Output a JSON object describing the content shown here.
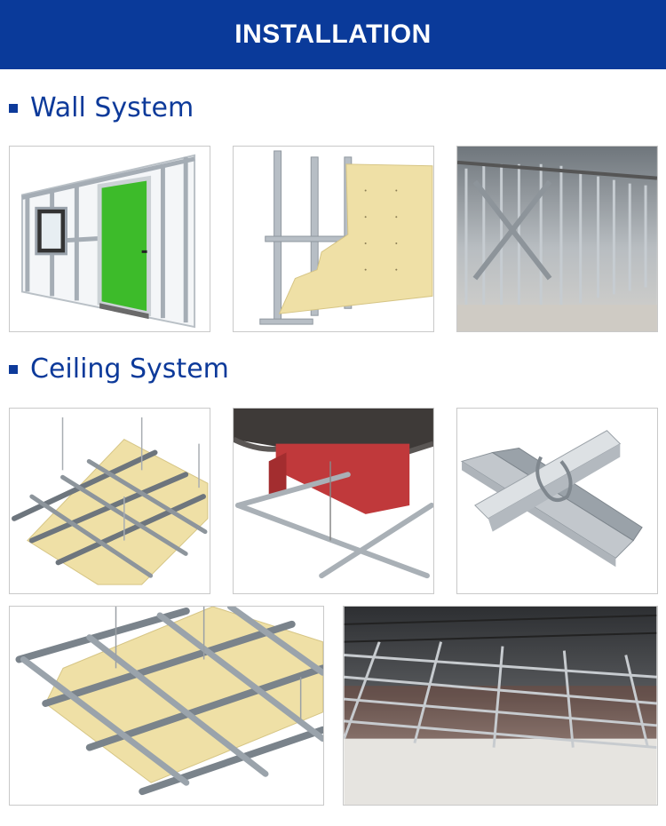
{
  "banner": {
    "title": "INSTALLATION"
  },
  "sections": [
    {
      "title": "Wall System"
    },
    {
      "title": "Ceiling System"
    }
  ],
  "tiles": [
    {
      "name": "wall-frame-with-door"
    },
    {
      "name": "wall-studs-with-board"
    },
    {
      "name": "wall-frame-construction-photo"
    },
    {
      "name": "ceiling-grid-with-board"
    },
    {
      "name": "ceiling-steel-beam-hanger"
    },
    {
      "name": "ceiling-profile-clip"
    },
    {
      "name": "ceiling-grid-closeup"
    },
    {
      "name": "ceiling-grid-room-photo"
    }
  ],
  "colors": {
    "banner": "#0a3a9a",
    "heading": "#0d3a9a",
    "steel": "#9aa3ac",
    "board": "#f0e0a8",
    "door": "#3dbb2a",
    "beam": "#c0393b"
  }
}
